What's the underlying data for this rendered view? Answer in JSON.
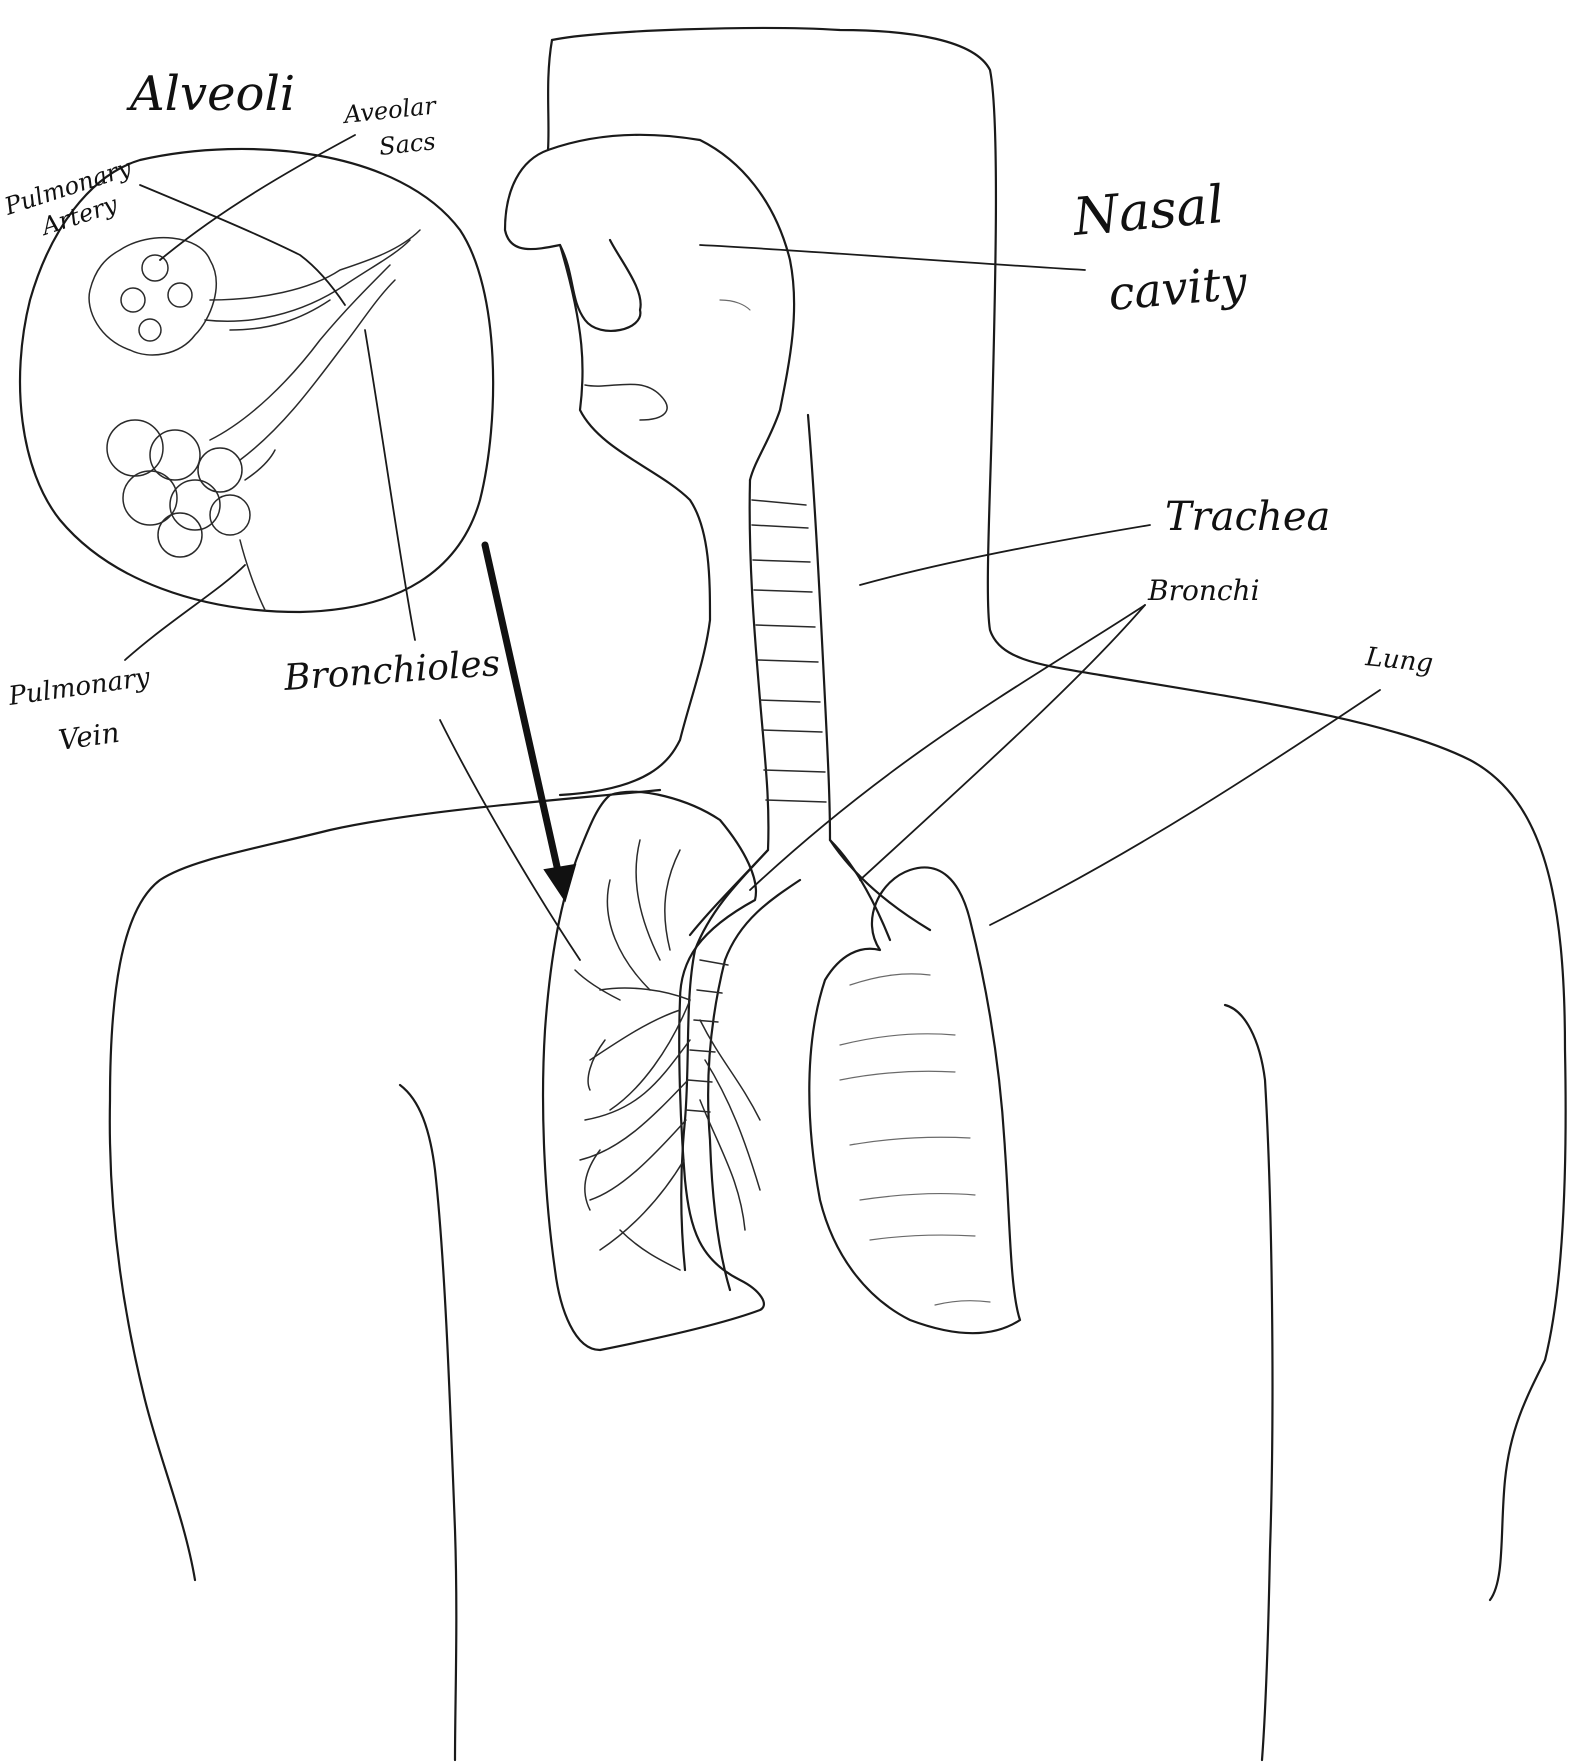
{
  "diagram": {
    "inset_title": "Alveoli",
    "labels": {
      "alveolar_sacs_line1": "Aveolar",
      "alveolar_sacs_line2": "Sacs",
      "pulmonary_artery_line1": "Pulmonary",
      "pulmonary_artery_line2": "Artery",
      "pulmonary_vein_line1": "Pulmonary",
      "pulmonary_vein_line2": "Vein",
      "bronchioles": "Bronchioles",
      "nasal_cavity_line1": "Nasal",
      "nasal_cavity_line2": "cavity",
      "trachea": "Trachea",
      "bronchi": "Bronchi",
      "lung": "Lung"
    },
    "colors": {
      "ink": "#1a1a1a",
      "paper": "#ffffff"
    }
  }
}
